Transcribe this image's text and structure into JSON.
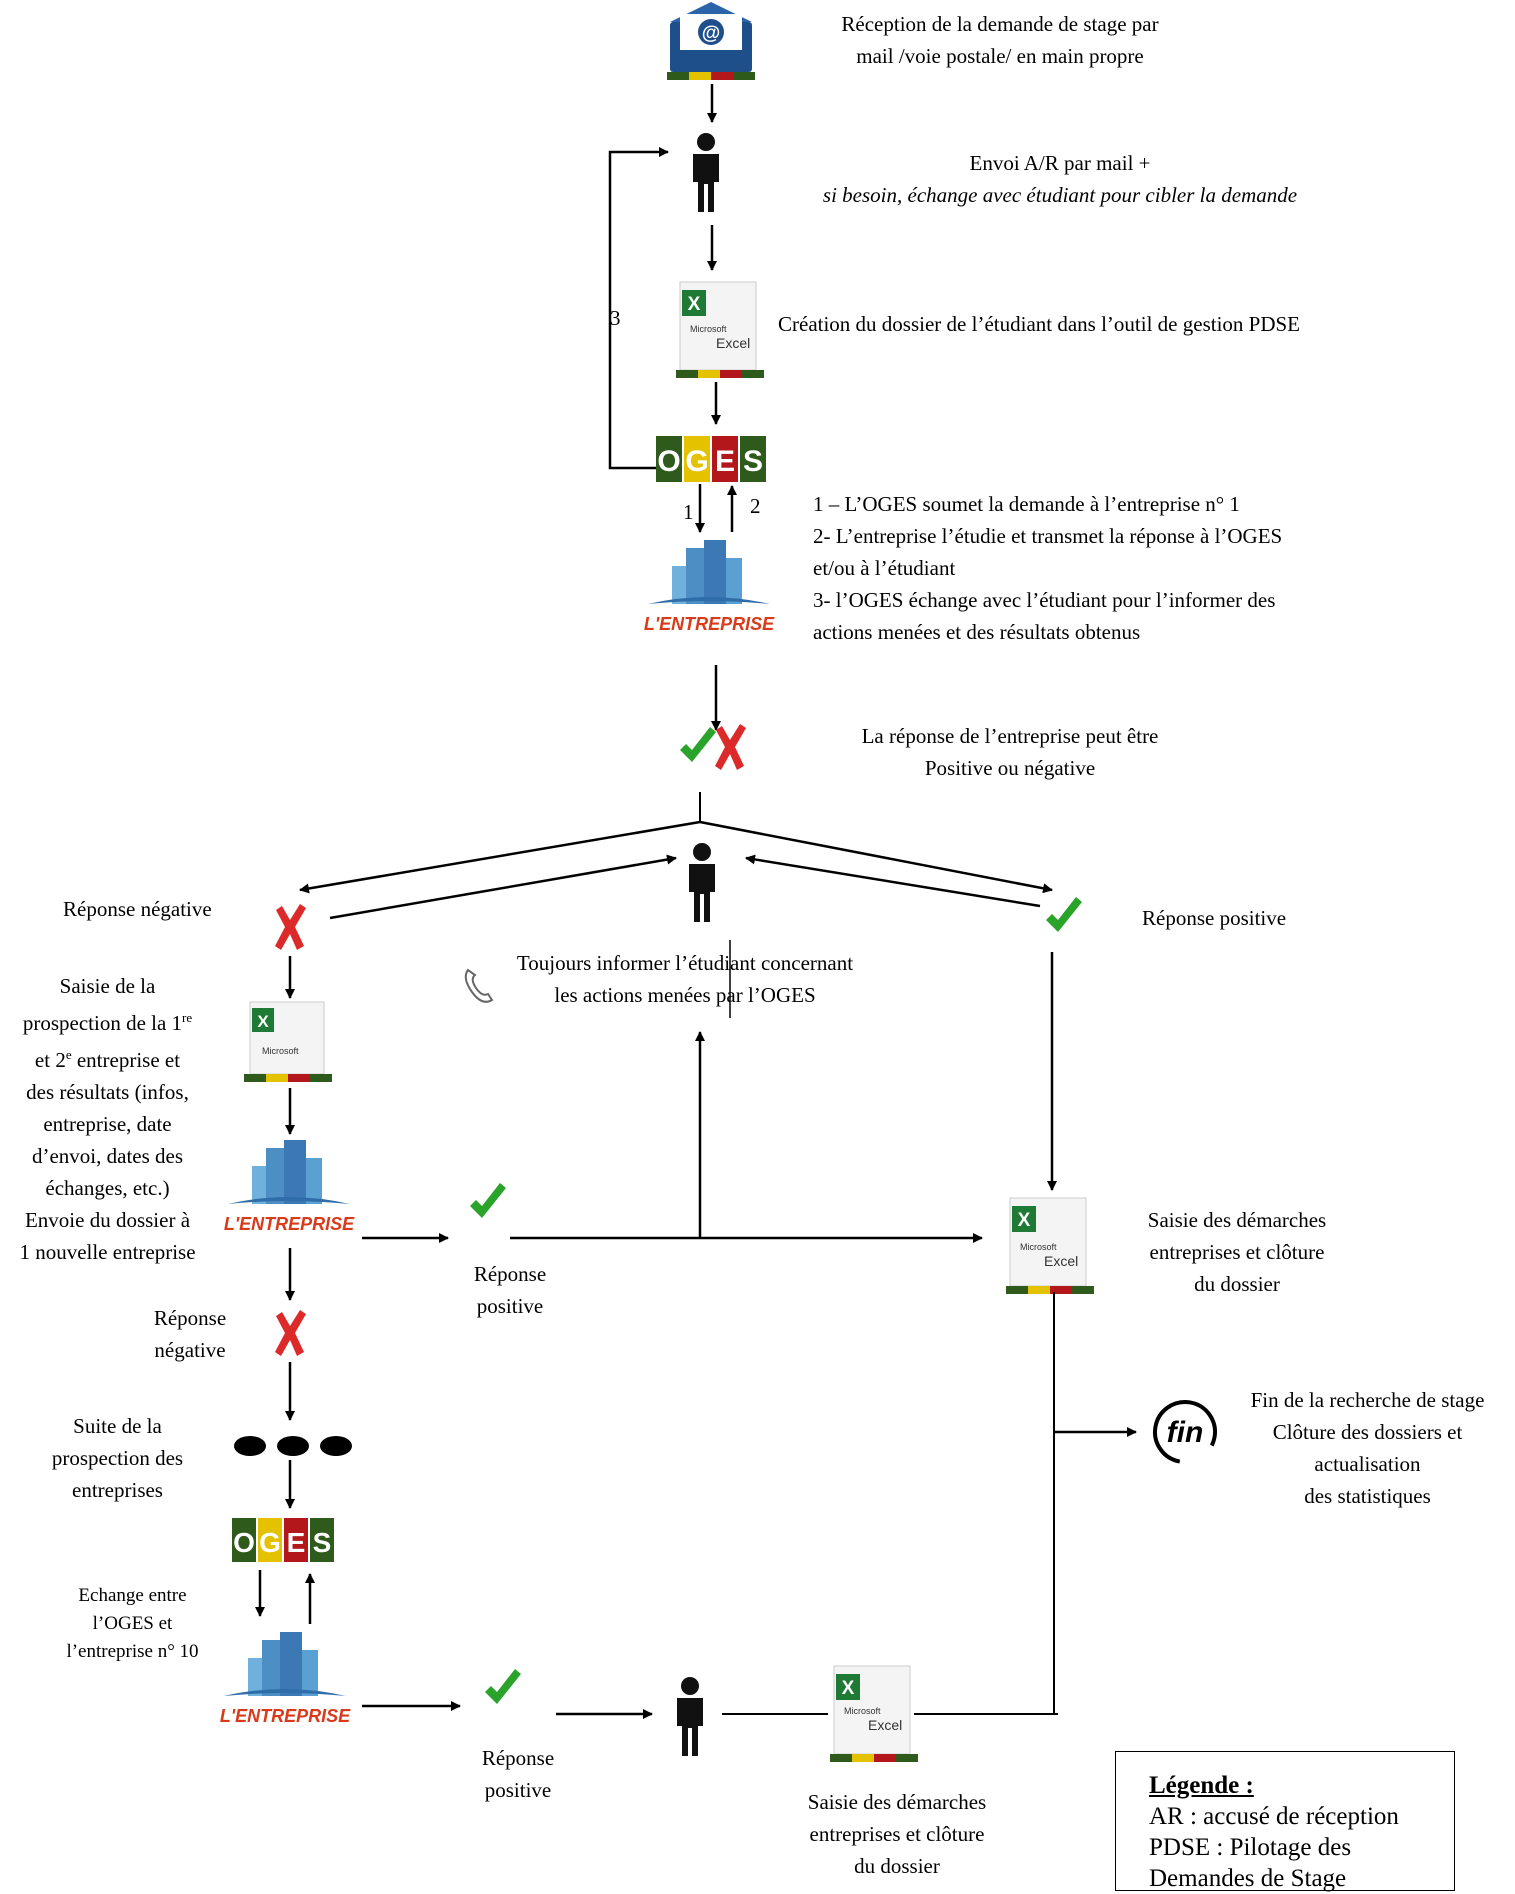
{
  "steps": {
    "reception": [
      "Réception de la demande de stage par",
      "mail /voie postale/ en main propre"
    ],
    "envoi_ar": "Envoi A/R par mail +",
    "envoi_ar_italic": "si besoin, échange avec étudiant pour cibler la demande",
    "creation": "Création du dossier de l’étudiant dans l’outil de gestion PDSE",
    "process": [
      "1 – L’OGES soumet la demande à l’entreprise n° 1",
      "2- L’entreprise l’étudie et transmet la réponse à l’OGES",
      "et/ou à l’étudiant",
      "3-  l’OGES échange avec l’étudiant pour l’informer des",
      "actions menées et des résultats obtenus"
    ],
    "reponse_entreprise": [
      "La réponse de l’entreprise peut être",
      "Positive ou négative"
    ],
    "reponse_negative": "Réponse négative",
    "reponse_positive": "Réponse positive",
    "toujours": [
      "Toujours informer l’étudiant concernant",
      "les actions menées par l’OGES"
    ],
    "saisie_prospection": [
      "Saisie de la",
      "prospection de la 1",
      "re",
      "et 2",
      "e",
      " entreprise  et",
      "des résultats (infos,",
      "entreprise, date",
      "d’envoi, dates des",
      "échanges, etc.)",
      "Envoie du  dossier à",
      "1 nouvelle entreprise"
    ],
    "reponse_positive_2": [
      "Réponse",
      "positive"
    ],
    "saisie_demarches": [
      "Saisie des démarches",
      "entreprises  et clôture",
      "du dossier"
    ],
    "reponse_negative_2": [
      "Réponse",
      "négative"
    ],
    "suite": [
      "Suite de la",
      "prospection des",
      "entreprises"
    ],
    "fin": [
      "Fin de la recherche de stage",
      "Clôture des dossiers et",
      "actualisation",
      "des statistiques"
    ],
    "echange": [
      "Echange entre",
      "l’OGES et",
      "l’entreprise n° 10"
    ],
    "reponse_positive_3": [
      "Réponse",
      "positive"
    ],
    "saisie_demarches_2": [
      "Saisie des démarches",
      "entreprises  et clôture",
      "du dossier"
    ]
  },
  "arrow_numbers": {
    "one": "1",
    "two": "2",
    "three": "3"
  },
  "icons": {
    "oges_letters": [
      "O",
      "G",
      "E",
      "S"
    ],
    "oges_colors": [
      "#2e5a1c",
      "#e5c200",
      "#b3161b",
      "#2e5a1c"
    ],
    "entreprise_label": "L'ENTREPRISE",
    "excel_label": "Excel",
    "excel_brand": "Microsoft",
    "fin_label": "fin"
  },
  "legend": {
    "title": "Légende :",
    "lines": [
      "AR : accusé de réception",
      "PDSE : Pilotage des",
      "Demandes de Stage"
    ]
  }
}
